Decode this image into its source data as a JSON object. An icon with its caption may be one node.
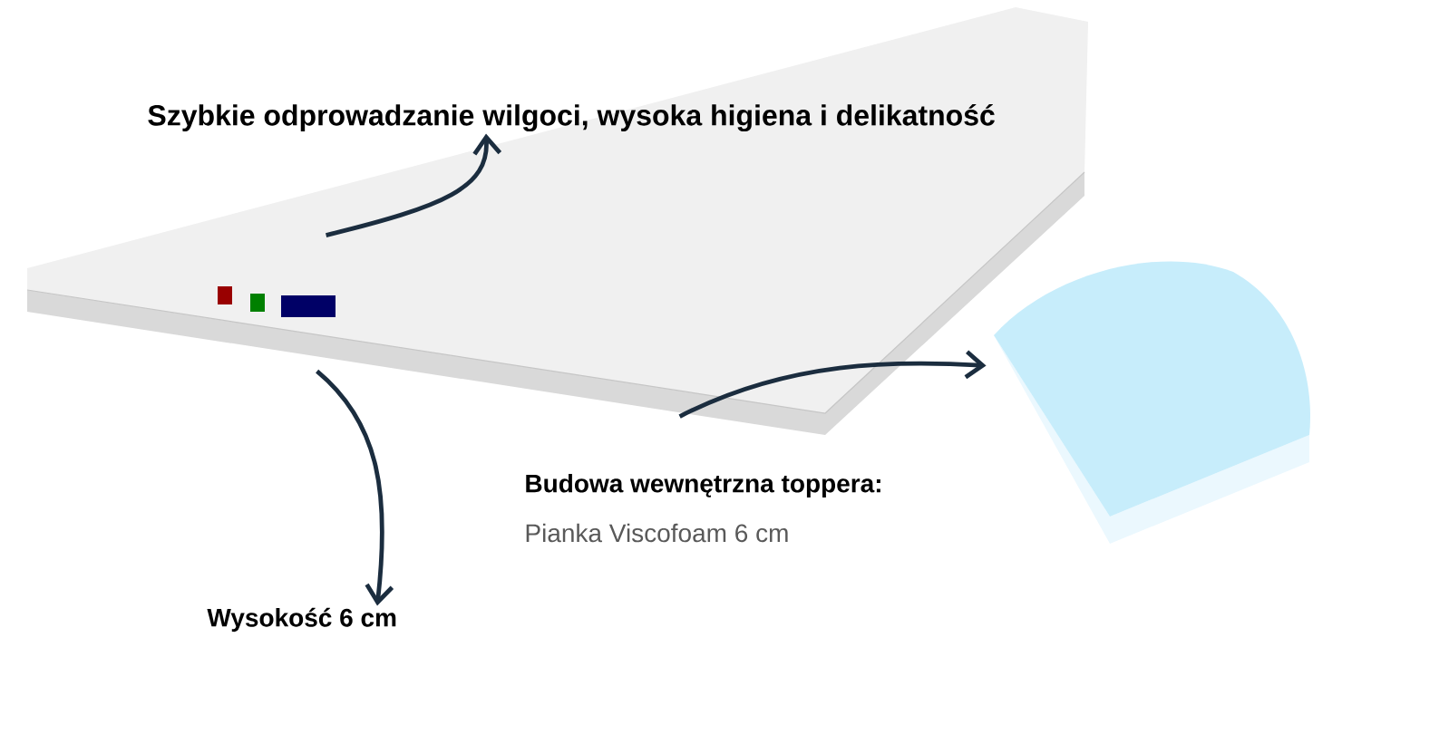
{
  "diagram": {
    "nodes": [
      {
        "text": [],
        "shape": "picture"
      },
      {
        "text": [],
        "shape": "picture"
      },
      {
        "text": [
          "Szybkie odprowadzanie wilgoci, wysoka higiena i delikatność"
        ]
      },
      {
        "text": [
          "Wysokość 6 cm"
        ]
      }
    ],
    "edges": [
      {
        "from": 0,
        "to": 2,
        "arrow": "to"
      },
      {
        "from": 0,
        "to": 3,
        "arrow": "to"
      },
      {
        "from": 0,
        "to": 1,
        "arrow": "to"
      }
    ],
    "labels": [
      "Budowa wewnętrzna toppera:",
      "Pianka Viscofoam 6 cm"
    ]
  }
}
